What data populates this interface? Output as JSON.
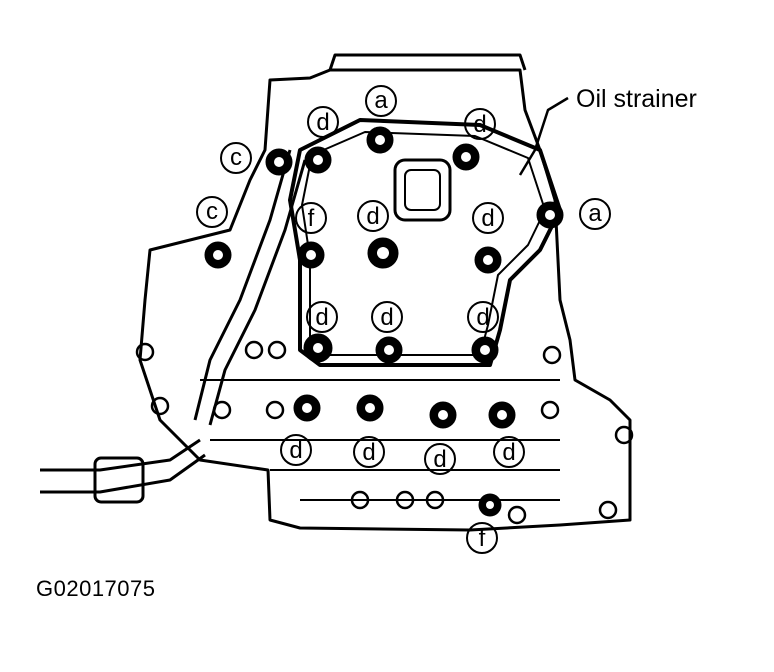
{
  "diagram": {
    "label_oil_strainer": "Oil strainer",
    "figure_id": "G02017075",
    "callouts": [
      {
        "id": "a-top",
        "letter": "a"
      },
      {
        "id": "a-right",
        "letter": "a"
      },
      {
        "id": "c-upper",
        "letter": "c"
      },
      {
        "id": "c-lower",
        "letter": "c"
      },
      {
        "id": "d-top-left",
        "letter": "d"
      },
      {
        "id": "d-top-right",
        "letter": "d"
      },
      {
        "id": "d-center",
        "letter": "d"
      },
      {
        "id": "d-center-right",
        "letter": "d"
      },
      {
        "id": "d-mid-left",
        "letter": "d"
      },
      {
        "id": "d-mid-center",
        "letter": "d"
      },
      {
        "id": "d-mid-right",
        "letter": "d"
      },
      {
        "id": "d-low-1",
        "letter": "d"
      },
      {
        "id": "d-low-2",
        "letter": "d"
      },
      {
        "id": "d-low-3",
        "letter": "d"
      },
      {
        "id": "d-low-4",
        "letter": "d"
      },
      {
        "id": "f-upper",
        "letter": "f"
      },
      {
        "id": "f-lower",
        "letter": "f"
      }
    ]
  }
}
